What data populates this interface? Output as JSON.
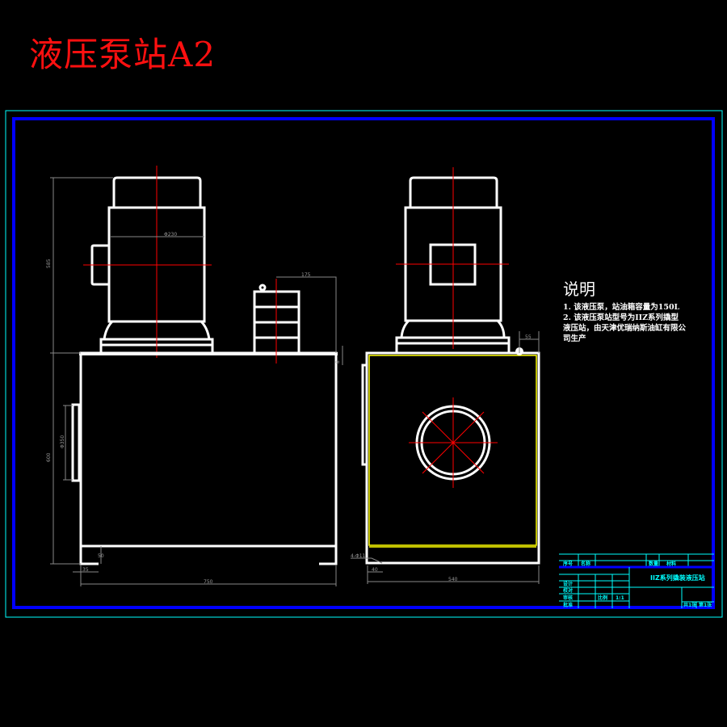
{
  "title": "液压泵站A2",
  "notes": {
    "heading": "说明",
    "lines": [
      "1. 该液压泵，站油箱容量为150L",
      "2. 该液压泵站型号为IIZ系列撬型液压站，由天津优瑞纳斯油缸有限公司生产"
    ]
  },
  "dimensions": {
    "front_height_upper": "585",
    "front_height_lower": "600",
    "motor_diameter": "Φ230",
    "filter_offset": "175",
    "side_box_height": "Φ350",
    "front_width": "750",
    "leg_width": "35",
    "leg_height": "50",
    "side_width": "540",
    "side_offset": "55",
    "side_leg": "40",
    "holes": "4-Φ11",
    "top_gap": "8"
  },
  "title_block": {
    "drawing_name": "IIZ系列撬装液压站",
    "row_labels": [
      "设计",
      "校对",
      "审核",
      "批准"
    ],
    "top_labels": [
      "序号",
      "名称",
      "数量",
      "材料"
    ],
    "scale_label": "比例",
    "scale": "1:1",
    "sheets_total": "共1张",
    "sheet_no": "第1张"
  },
  "colors": {
    "frame_outer": "#00ffff",
    "frame_inner": "#0000ff",
    "title": "#ff1010",
    "centerline": "#ff0000",
    "tank_inner": "#ffff00"
  }
}
